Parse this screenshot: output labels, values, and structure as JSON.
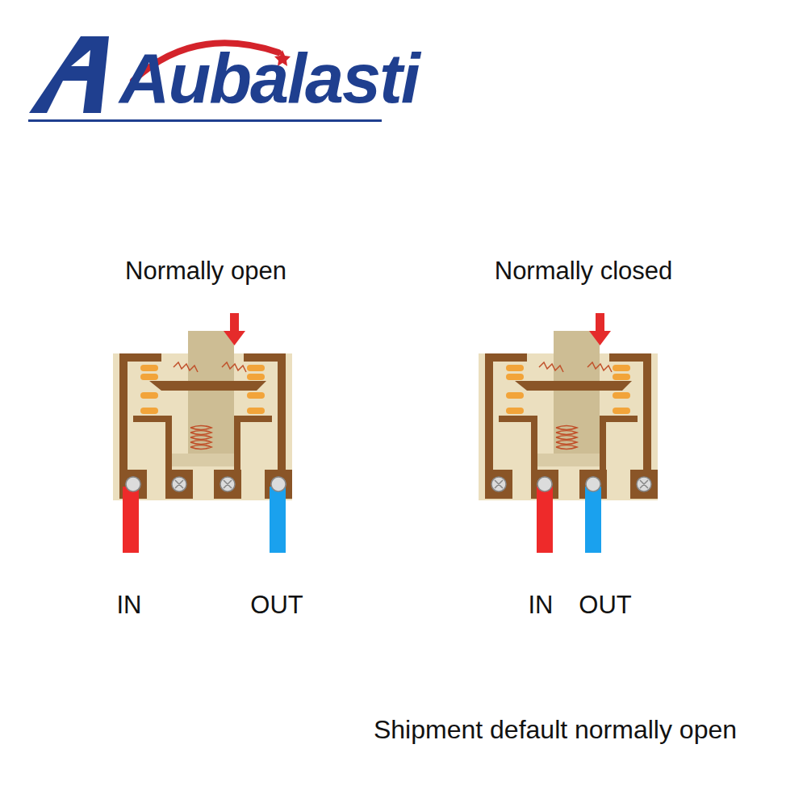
{
  "diagram": {
    "caption": "Shipment default normally open",
    "labels": [
      "Aubalasti",
      "Normally open",
      "Normally closed",
      "IN",
      "OUT",
      "IN",
      "OUT"
    ]
  }
}
